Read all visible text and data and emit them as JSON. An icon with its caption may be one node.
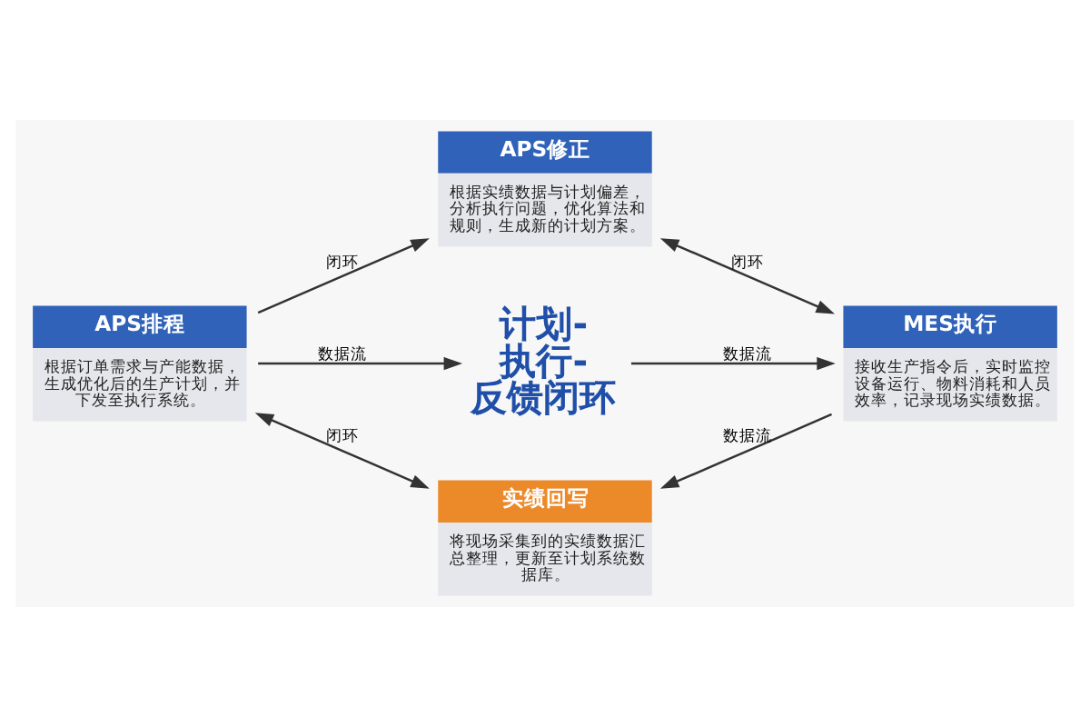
{
  "diagram": {
    "nodes": [
      {
        "text": [
          "APS排程",
          "根据订单需求与产能数据，生成优化后的生产计划，并下发至执行系统。"
        ]
      },
      {
        "text": [
          "APS修正",
          "根据实绩数据与计划偏差，分析执行问题，优化算法和规则，生成新的计划方案。"
        ]
      },
      {
        "text": [
          "MES执行",
          "接收生产指令后，实时监控设备运行、物料消耗和人员效率，记录现场实绩数据。"
        ]
      },
      {
        "text": [
          "实绩回写",
          "将现场采集到的实绩数据汇总整理，更新至计划系统数据库。"
        ]
      },
      {
        "text": [
          "计划-执行-反馈闭环"
        ]
      }
    ],
    "edges": [
      {
        "from": 0,
        "to": 1,
        "arrow": "to",
        "label": "闭环"
      },
      {
        "from": 0,
        "to": 4,
        "arrow": "to",
        "label": "数据流"
      },
      {
        "from": 1,
        "to": 2,
        "arrow": "both",
        "label": "闭环"
      },
      {
        "from": 2,
        "to": 3,
        "arrow": "to",
        "label": "数据流"
      },
      {
        "from": 3,
        "to": 0,
        "arrow": "both",
        "label": "闭环"
      },
      {
        "from": 4,
        "to": 2,
        "arrow": "to",
        "label": "数据流"
      }
    ]
  }
}
